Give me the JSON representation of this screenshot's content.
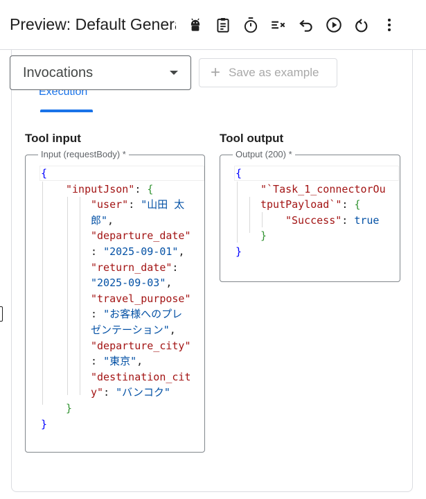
{
  "header": {
    "title": "Preview: Default Genera",
    "icons": [
      "android-icon",
      "clipboard-icon",
      "timer-icon",
      "clear-checklist-icon",
      "undo-icon",
      "play-icon",
      "reset-icon",
      "more-vert-icon"
    ]
  },
  "toolbar": {
    "invocations_label": "Invocations",
    "save_plus": "+",
    "save_label": "Save as example"
  },
  "tabs": {
    "execution": "Execution"
  },
  "tool_input": {
    "heading": "Tool input",
    "legend": "Input (requestBody) *",
    "lines": {
      "open": "{",
      "input_json_key": "\"inputJson\"",
      "input_json_sep": ": ",
      "input_json_open": "{",
      "user_key": "\"user\"",
      "user_sep": ": ",
      "user_val1": "\"山田 太",
      "user_val2": "郎\"",
      "user_comma": ",",
      "dep_date_key": "\"departure_date\"",
      "dep_date_sep": ": ",
      "dep_date_val": "\"2025-09-01\"",
      "dep_date_comma": ",",
      "ret_date_key": "\"return_date\"",
      "ret_date_sep": ":",
      "ret_date_val": "\"2025-09-03\"",
      "ret_date_comma": ",",
      "purpose_key": "\"travel_purpose\"",
      "purpose_sep": ": ",
      "purpose_val1": "\"お客様へのプレ",
      "purpose_val2": "ゼンテーション\"",
      "purpose_comma": ",",
      "dep_city_key": "\"departure_city\"",
      "dep_city_sep": ": ",
      "dep_city_val": "\"東京\"",
      "dep_city_comma": ",",
      "dest_key1": "\"destination_cit",
      "dest_key2": "y\"",
      "dest_sep": ": ",
      "dest_val": "\"バンコク\"",
      "inner_close": "}",
      "close": "}"
    }
  },
  "tool_output": {
    "heading": "Tool output",
    "legend": "Output (200) *",
    "lines": {
      "open": "{",
      "key1": "\"`Task_1_connectorOu",
      "key2": "tputPayload`\"",
      "key_sep": ": ",
      "key_open": "{",
      "success_key": "\"Success\"",
      "success_sep": ": ",
      "success_val": "true",
      "inner_close": "}",
      "close": "}"
    }
  }
}
